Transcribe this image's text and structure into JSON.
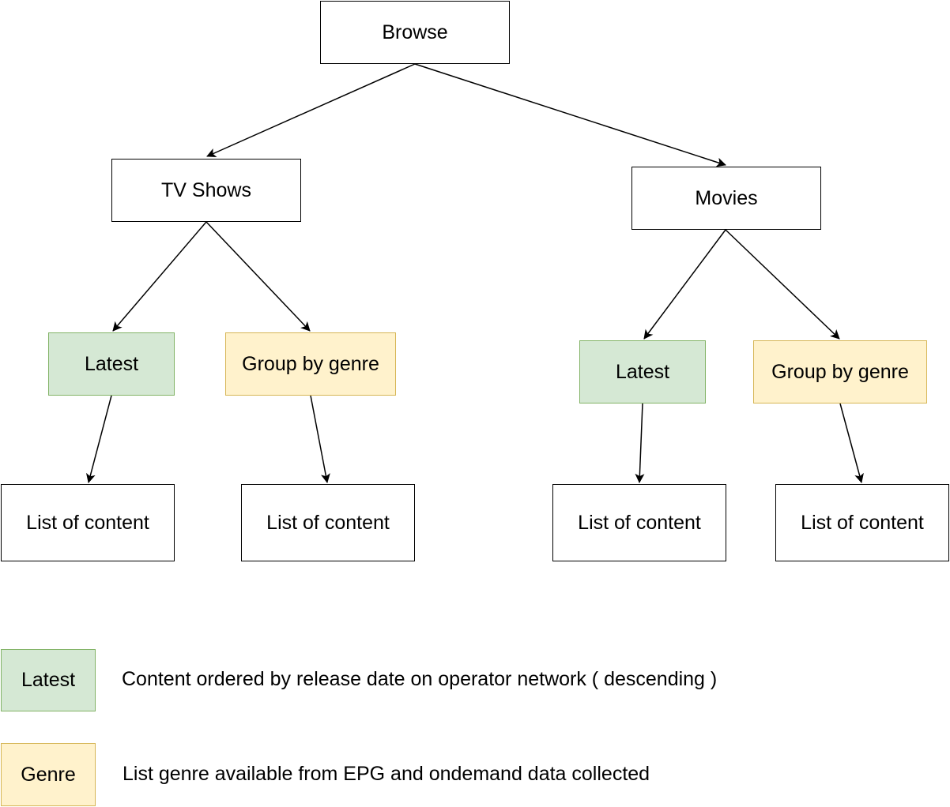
{
  "nodes": {
    "browse": "Browse",
    "tv_shows": "TV Shows",
    "movies": "Movies",
    "tv_latest": "Latest",
    "tv_genre": "Group by genre",
    "movies_latest": "Latest",
    "movies_genre": "Group by genre",
    "tv_latest_list": "List of content",
    "tv_genre_list": "List of content",
    "movies_latest_list": "List of content",
    "movies_genre_list": "List of content"
  },
  "legend": {
    "latest_label": "Latest",
    "latest_description": "Content ordered by release date on operator network ( descending )",
    "genre_label": "Genre",
    "genre_description": "List genre available from EPG and ondemand data collected"
  },
  "colors": {
    "latest_fill": "#d5e8d4",
    "latest_stroke": "#82b366",
    "genre_fill": "#fff2cc",
    "genre_stroke": "#d6b656"
  }
}
